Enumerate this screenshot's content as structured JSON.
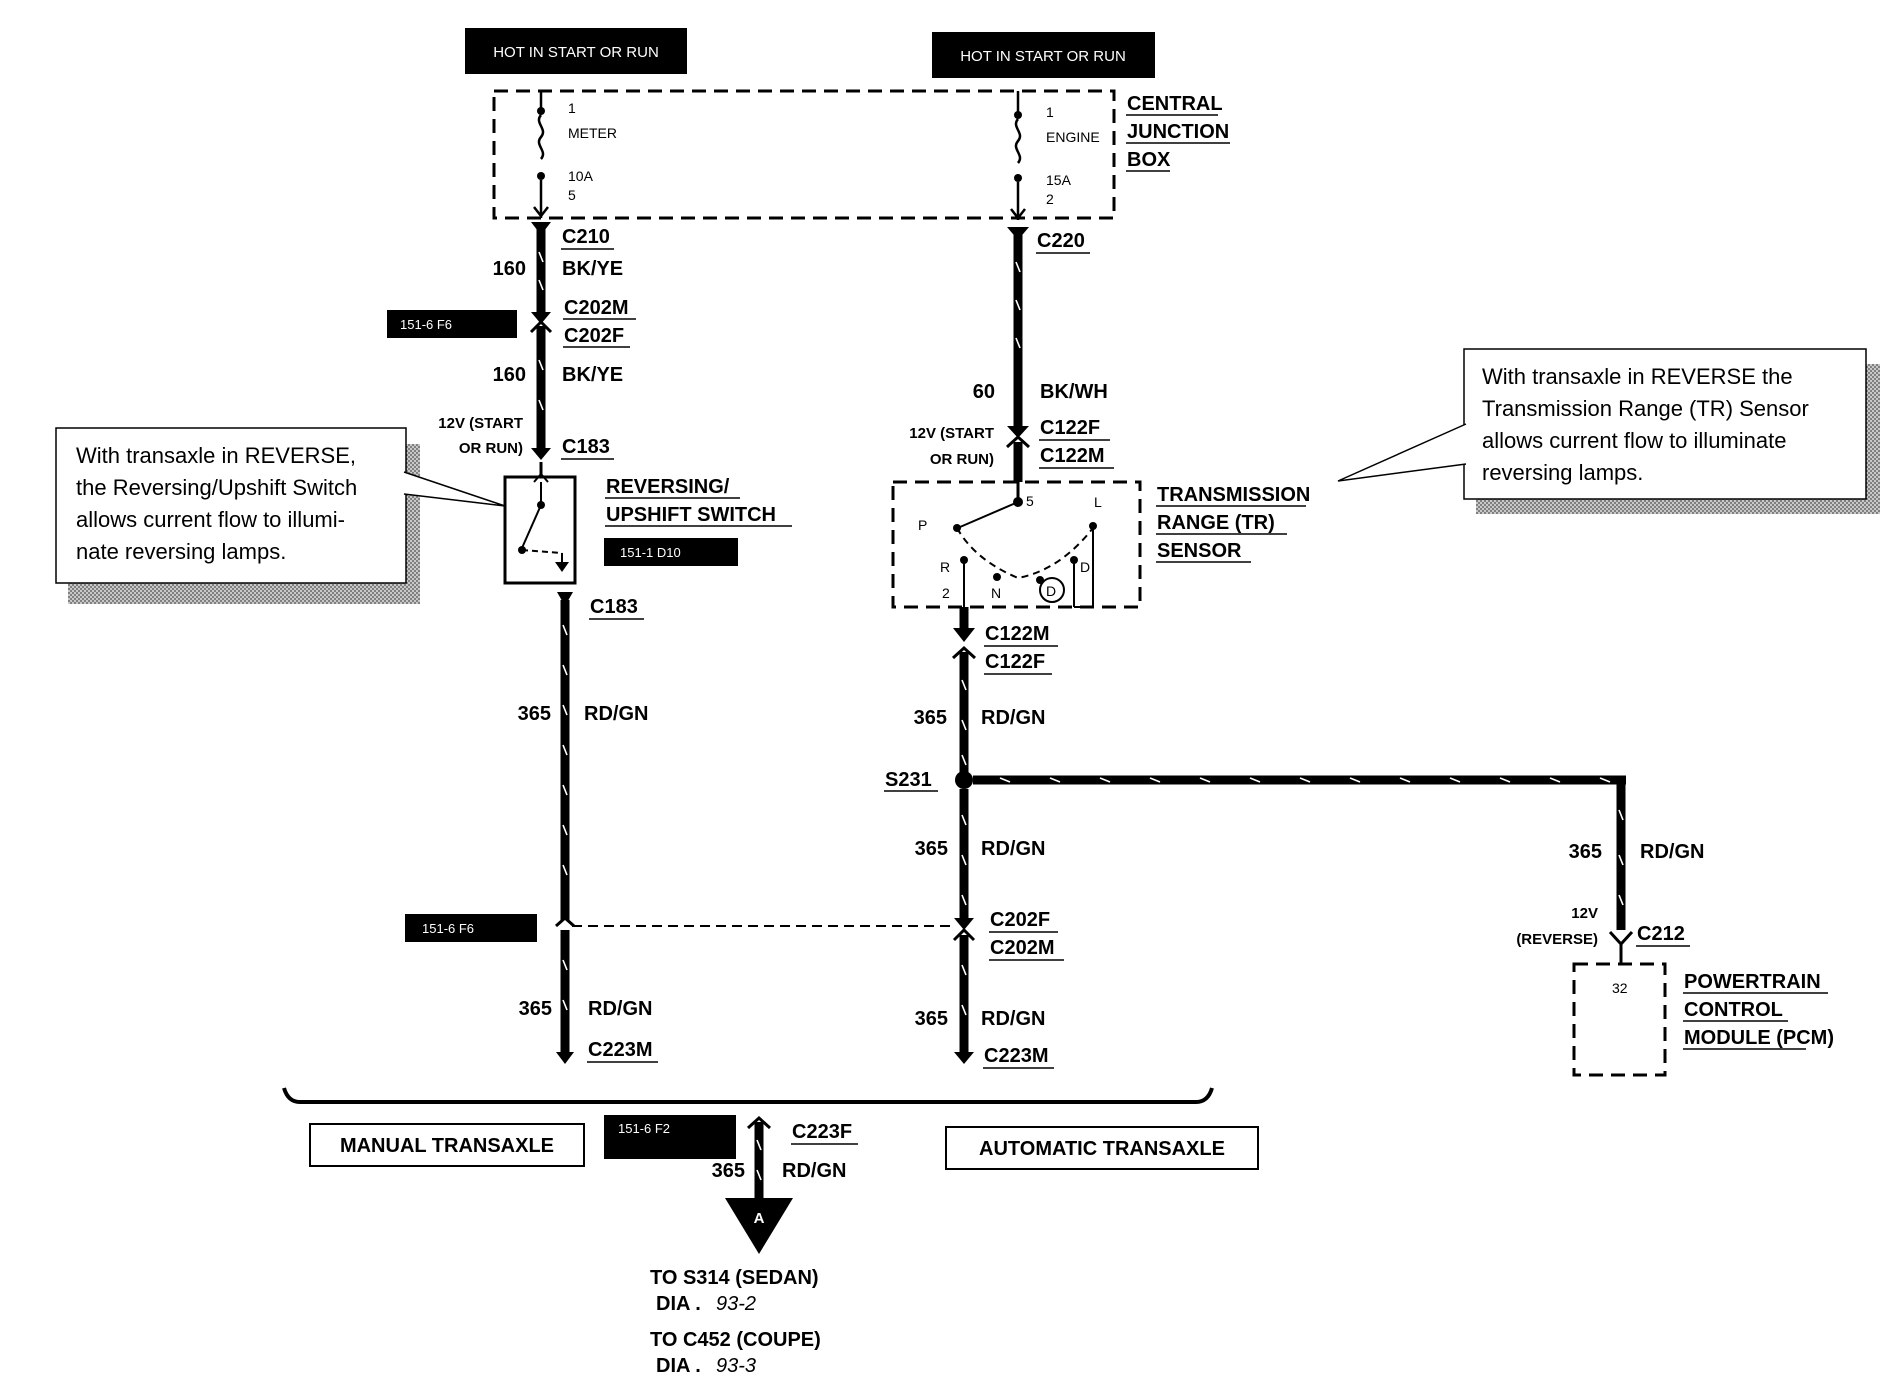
{
  "headers": {
    "left": "HOT IN START OR RUN",
    "right": "HOT IN START OR RUN"
  },
  "central_junction_box": {
    "label_lines": [
      "CENTRAL",
      "JUNCTION",
      "BOX"
    ],
    "fuse_left": {
      "top_pin": "1",
      "name": "METER",
      "rating": "10A",
      "bottom_pin": "5"
    },
    "fuse_right": {
      "top_pin": "1",
      "name": "ENGINE",
      "rating": "15A",
      "bottom_pin": "2"
    }
  },
  "left_branch": {
    "connector_c210": "C210",
    "wire1_circuit": "160",
    "wire1_color": "BK/YE",
    "connector_c202m": "C202M",
    "connector_c202f": "C202F",
    "ref_1": "151-6 F6",
    "wire2_circuit": "160",
    "wire2_color": "BK/YE",
    "voltage_line1": "12V (START",
    "voltage_line2": "OR RUN)",
    "connector_c183_top": "C183",
    "switch_label_lines": [
      "REVERSING/",
      "UPSHIFT SWITCH"
    ],
    "switch_ref": "151-1 D10",
    "connector_c183_bottom": "C183",
    "wire3_circuit": "365",
    "wire3_color": "RD/GN",
    "ref_2": "151-6 F6",
    "wire4_circuit": "365",
    "wire4_color": "RD/GN",
    "connector_c223m": "C223M"
  },
  "right_branch": {
    "connector_c220": "C220",
    "wire1_circuit": "60",
    "wire1_color": "BK/WH",
    "voltage_line1": "12V (START",
    "voltage_line2": "OR RUN)",
    "connector_c122f_top": "C122F",
    "connector_c122m_top": "C122M",
    "sensor_label_lines": [
      "TRANSMISSION",
      "RANGE (TR)",
      "SENSOR"
    ],
    "sensor_positions": {
      "p": "P",
      "r": "R",
      "n": "N",
      "od": "D",
      "d": "D",
      "l": "L",
      "pin_top": "5",
      "pin_bottom": "2"
    },
    "connector_c122m_bottom": "C122M",
    "connector_c122f_bottom": "C122F",
    "wire2_circuit": "365",
    "wire2_color": "RD/GN",
    "splice": "S231",
    "wire3_circuit": "365",
    "wire3_color": "RD/GN",
    "connector_c202f": "C202F",
    "connector_c202m": "C202M",
    "wire4_circuit": "365",
    "wire4_color": "RD/GN",
    "connector_c223m": "C223M"
  },
  "pcm_branch": {
    "wire_circuit": "365",
    "wire_color": "RD/GN",
    "voltage_line1": "12V",
    "voltage_line2": "(REVERSE)",
    "connector": "C212",
    "pin": "32",
    "module_label_lines": [
      "POWERTRAIN",
      "CONTROL",
      "MODULE (PCM)"
    ]
  },
  "bottom": {
    "manual_label": "MANUAL TRANSAXLE",
    "automatic_label": "AUTOMATIC TRANSAXLE",
    "ref": "151-6 F2",
    "connector_c223f": "C223F",
    "wire_circuit": "365",
    "wire_color": "RD/GN",
    "arrow_letter": "A",
    "dest1_line1": "TO S314 (SEDAN)",
    "dest1_dia": "DIA .",
    "dest1_num": "93-2",
    "dest2_line1": "TO C452 (COUPE)",
    "dest2_dia": "DIA .",
    "dest2_num": "93-3"
  },
  "notes": {
    "left_lines": [
      "With transaxle in REVERSE,",
      "the Reversing/Upshift Switch",
      "allows current flow to illumi-",
      "nate reversing lamps."
    ],
    "right_lines": [
      "With transaxle in REVERSE the",
      "Transmission Range (TR) Sensor",
      "allows current flow to illuminate",
      "reversing lamps."
    ]
  }
}
